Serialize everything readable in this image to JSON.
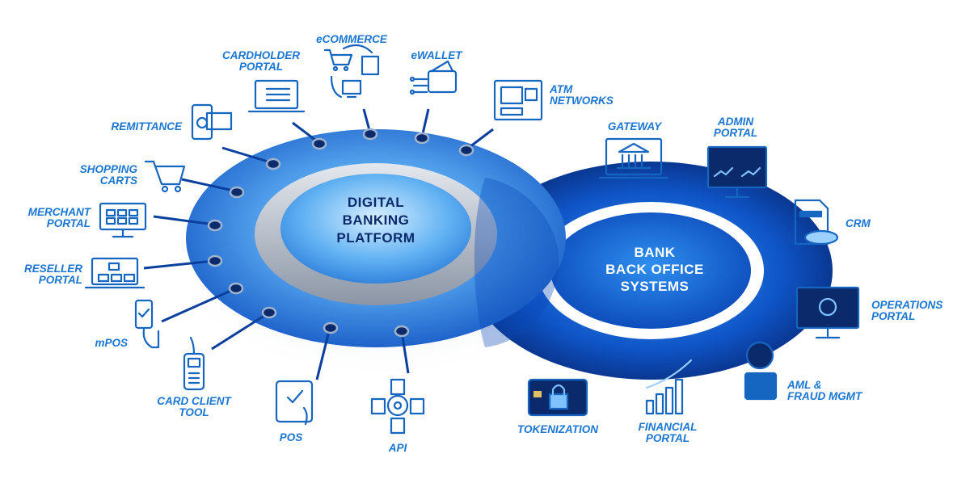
{
  "platform": {
    "line1": "DIGITAL",
    "line2": "BANKING",
    "line3": "PLATFORM"
  },
  "backoffice": {
    "line1": "BANK",
    "line2": "BACK OFFICE",
    "line3": "SYSTEMS"
  },
  "left_nodes": {
    "cardholder": {
      "line1": "CARDHOLDER",
      "line2": "PORTAL",
      "icon": "laptop-list-icon"
    },
    "ecommerce": {
      "line1": "eCOMMERCE",
      "icon": "cart-cycle-icon"
    },
    "ewallet": {
      "line1": "eWALLET",
      "icon": "wallet-icon"
    },
    "atm": {
      "line1": "ATM",
      "line2": "NETWORKS",
      "icon": "atm-icon"
    },
    "remittance": {
      "line1": "REMITTANCE",
      "icon": "phone-money-icon"
    },
    "shopping": {
      "line1": "SHOPPING",
      "line2": "CARTS",
      "icon": "shopping-cart-icon"
    },
    "merchant": {
      "line1": "MERCHANT",
      "line2": "PORTAL",
      "icon": "monitor-grid-icon"
    },
    "reseller": {
      "line1": "RESELLER",
      "line2": "PORTAL",
      "icon": "laptop-org-icon"
    },
    "mpos": {
      "line1": "mPOS",
      "icon": "hand-phone-icon"
    },
    "cardclient": {
      "line1": "CARD CLIENT",
      "line2": "TOOL",
      "icon": "card-terminal-icon"
    },
    "pos": {
      "line1": "POS",
      "icon": "tablet-check-icon"
    },
    "api": {
      "line1": "API",
      "icon": "gear-network-icon"
    }
  },
  "right_nodes": {
    "gateway": {
      "line1": "GATEWAY",
      "icon": "bank-laptop-icon"
    },
    "admin": {
      "line1": "ADMIN",
      "line2": "PORTAL",
      "icon": "dashboard-monitor-icon"
    },
    "crm": {
      "line1": "CRM",
      "icon": "crm-document-icon"
    },
    "operations": {
      "line1": "OPERATIONS",
      "line2": "PORTAL",
      "icon": "operations-monitor-icon"
    },
    "aml": {
      "line1": "AML &",
      "line2": "FRAUD MGMT",
      "icon": "hacker-icon"
    },
    "financial": {
      "line1": "FINANCIAL",
      "line2": "PORTAL",
      "icon": "growth-chart-icon"
    },
    "tokenization": {
      "line1": "TOKENIZATION",
      "icon": "card-lock-icon"
    }
  },
  "colors": {
    "label": "#1a76d2",
    "icon": "#1566c0",
    "dark_ring": "#0a3f9e",
    "light_ring": "#2b86e8"
  }
}
